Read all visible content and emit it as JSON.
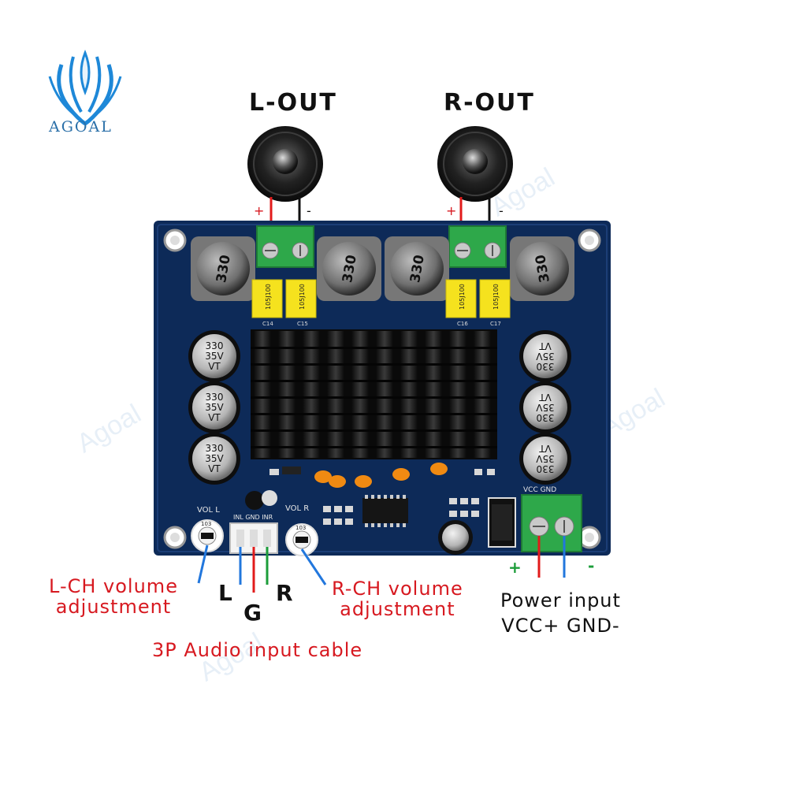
{
  "brand": {
    "name": "AGOAL"
  },
  "watermark": {
    "text": "Agoal"
  },
  "labels": {
    "left_out": "L-OUT",
    "right_out": "R-OUT",
    "plus": "+",
    "minus": "-",
    "left_volume": [
      "L-CH volume",
      "adjustment"
    ],
    "right_volume": [
      "R-CH volume",
      "adjustment"
    ],
    "audio_cable": "3P Audio input cable",
    "pin_l": "L",
    "pin_g": "G",
    "pin_r": "R",
    "power": [
      "Power input",
      "VCC+ GND-"
    ]
  },
  "board": {
    "inductor_marking": "330",
    "cap_markings": [
      "330",
      "35V",
      "VT"
    ],
    "silk": {
      "vol_l": "VOL L",
      "vol_r": "VOL R",
      "input_pins": "INL GND INR",
      "vcc_gnd": "VCC GND",
      "pot_value": "103",
      "film_cap": "105J100",
      "film_cap_refs": [
        "C14",
        "C15",
        "C16",
        "C17"
      ]
    }
  },
  "colors": {
    "board": "#0d2a58",
    "wire_red": "#e21b1b",
    "wire_black": "#111111",
    "wire_blue": "#2277dd",
    "wire_green": "#1c9d3a",
    "label_red": "#d71920",
    "terminal_green": "#2ea84a",
    "film_cap_yellow": "#f5e21e",
    "ceramic_orange": "#f08a12"
  }
}
